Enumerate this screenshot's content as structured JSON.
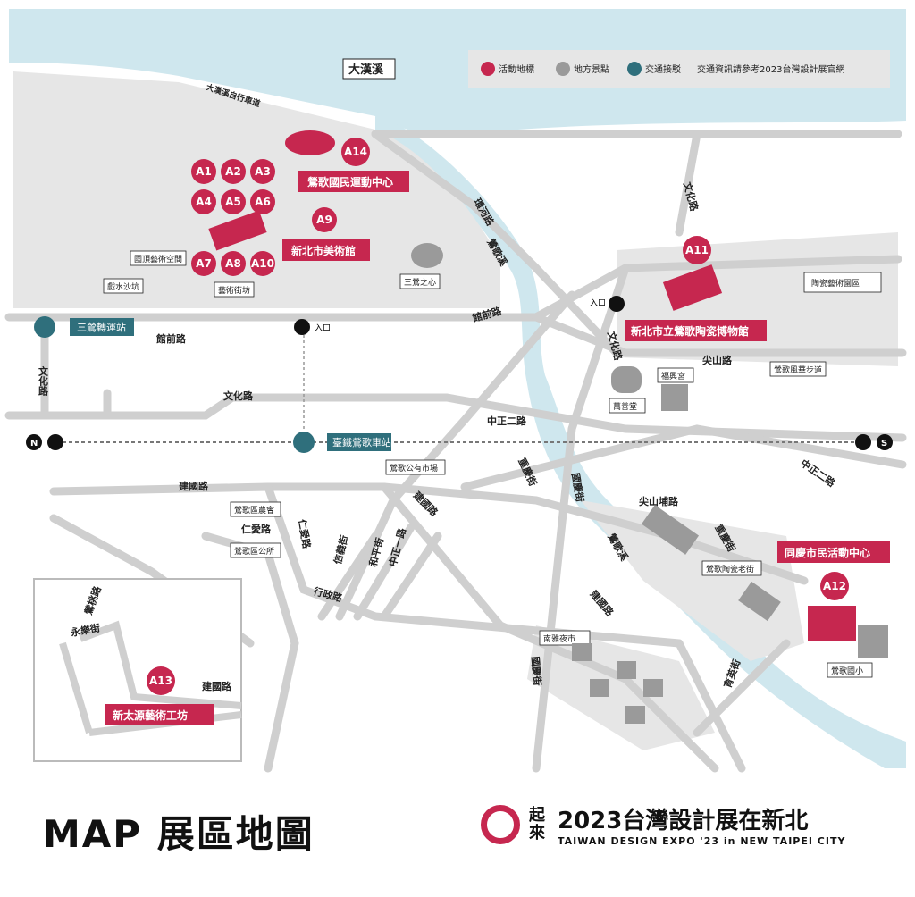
{
  "colors": {
    "accent": "#c6274f",
    "landmark": "#9a9a9a",
    "transit": "#2f6f7c",
    "river": "#cfe7ee",
    "road": "#cfcfcf",
    "block": "#e6e6e6"
  },
  "legend": {
    "event": "活動地標",
    "local": "地方景點",
    "transit": "交通接駁",
    "note": "交通資訊請參考2023台灣設計展官網"
  },
  "water": {
    "dahan": "大漢溪",
    "yingge_creek_1": "鶯歌溪",
    "yingge_creek_2": "鶯歌溪"
  },
  "roads": {
    "bike_path": "大漢溪自行車道",
    "huanhe": "環河路",
    "guanqian_1": "館前路",
    "guanqian_2": "館前路",
    "wenhua_1": "文化路",
    "wenhua_2": "文化路",
    "wenhua_3": "文化路",
    "wenhua_4": "文化路",
    "jianshan": "尖山路",
    "zhongzheng2_1": "中正二路",
    "zhongzheng2_2": "中正二路",
    "chongqing_1": "重慶街",
    "chongqing_2": "重慶街",
    "guoqing_1": "國慶街",
    "guoqing_2": "國慶街",
    "jianshanpu": "尖山埔路",
    "jianguo_1": "建國路",
    "jianguo_2": "建國路",
    "jianguo_3": "建國路",
    "jianguo_4": "建國路",
    "renai_1": "仁愛路",
    "renai_2": "仁愛路",
    "xinyi": "信義街",
    "heping": "和平街",
    "zhongzheng1": "中正一路",
    "xingzheng": "行政路",
    "yule": "育英街",
    "yongle": "永樂街",
    "yingtao": "鶯桃路"
  },
  "entrances": {
    "main": "入口",
    "museum": "入口"
  },
  "directions": {
    "north": "N",
    "south": "S"
  },
  "transit": {
    "sanying": "三鶯轉運站",
    "station": "臺鐵鶯歌車站"
  },
  "pins": [
    {
      "id": "A1",
      "label": "A1"
    },
    {
      "id": "A2",
      "label": "A2"
    },
    {
      "id": "A3",
      "label": "A3"
    },
    {
      "id": "A4",
      "label": "A4"
    },
    {
      "id": "A5",
      "label": "A5"
    },
    {
      "id": "A6",
      "label": "A6"
    },
    {
      "id": "A7",
      "label": "A7"
    },
    {
      "id": "A8",
      "label": "A8"
    },
    {
      "id": "A10",
      "label": "A10"
    },
    {
      "id": "A9",
      "label": "A9"
    },
    {
      "id": "A14",
      "label": "A14"
    },
    {
      "id": "A11",
      "label": "A11"
    },
    {
      "id": "A12",
      "label": "A12"
    },
    {
      "id": "A13",
      "label": "A13"
    }
  ],
  "venues": {
    "sports_center": "鶯歌國民運動中心",
    "art_museum": "新北市美術館",
    "ceramics_museum": "新北市立鶯歌陶瓷博物館",
    "tongqing": "同慶市民活動中心",
    "xintaiyuan": "新太源藝術工坊"
  },
  "places": {
    "roof_art": "國頂藝術空間",
    "sandpit": "戲水沙坑",
    "art_street": "藝術街坊",
    "sanying_heart": "三鶯之心",
    "ceramic_park": "陶瓷藝術園區",
    "fuxing": "福興宮",
    "wanshan": "萬善堂",
    "scenic_trail": "鶯歌風華步道",
    "market": "鶯歌公有市場",
    "farmers": "鶯歌區農會",
    "district_office": "鶯歌區公所",
    "old_street": "鶯歌陶瓷老街",
    "nanya_market": "南雅夜市",
    "yingge_elem": "鶯歌國小"
  },
  "footer": {
    "map_word": "MAP",
    "map_title": "展區地圖",
    "logo_chars": "起來",
    "logo_title": "2023台灣設計展在新北",
    "logo_sub": "TAIWAN DESIGN EXPO '23 in NEW TAIPEI CITY"
  }
}
